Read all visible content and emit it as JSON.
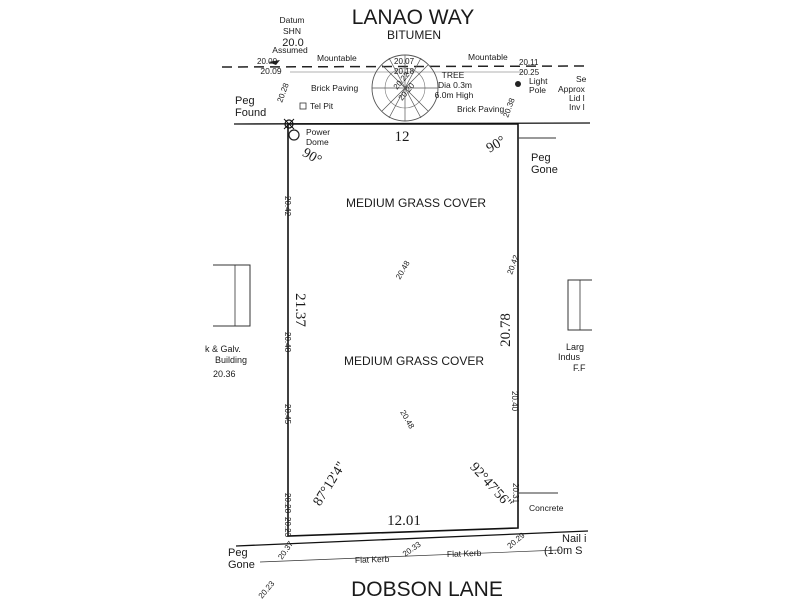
{
  "streets": {
    "north": "LANAO WAY",
    "north_surface": "BITUMEN",
    "south": "DOBSON LANE"
  },
  "datum": {
    "line1": "Datum",
    "line2": "SHN",
    "line3": "20.0",
    "line4": "Assumed",
    "line5": "20.09"
  },
  "road_notes": {
    "mountable_left": "Mountable",
    "mountable_right": "Mountable",
    "brick_left": "Brick Paving",
    "brick_right": "Brick Paving",
    "tel_pit": "Tel Pit",
    "light_pole_1": "Light",
    "light_pole_2": "Pole",
    "power_dome_1": "Power",
    "power_dome_2": "Dome"
  },
  "tree": {
    "line1": "TREE",
    "line2": "Dia 0.3m",
    "line3": "6.0m High"
  },
  "pegs": {
    "nw_1": "Peg",
    "nw_2": "Found",
    "ne_1": "Peg",
    "ne_2": "Gone",
    "sw_1": "Peg",
    "sw_2": "Gone"
  },
  "dimensions": {
    "north": "12",
    "south": "12.01",
    "west": "21.37",
    "east": "20.78"
  },
  "angles": {
    "nw": "90°",
    "ne": "90°",
    "sw": "87°12'4\"",
    "se": "92°47'56\""
  },
  "labels": {
    "grass_1": "MEDIUM GRASS COVER",
    "grass_2": "MEDIUM GRASS COVER",
    "concrete": "Concrete",
    "flat_kerb_1": "Flat Kerb",
    "flat_kerb_2": "Flat Kerb"
  },
  "neighbours": {
    "west_1": "k & Galv.",
    "west_2": "Building",
    "west_3": "20.36",
    "east_1": "Larg",
    "east_2": "Indus",
    "east_3": "F.F",
    "ne_1": "Se",
    "ne_2": "Approx",
    "ne_3": "Lid l",
    "ne_4": "Inv l"
  },
  "nail": {
    "line1": "Nail i",
    "line2": "(1.0m S"
  },
  "levels": {
    "a": "20.07",
    "b": "20.18",
    "c": "20.22",
    "d": "20.20",
    "e": "20.11",
    "f": "20.25",
    "g": "20.42",
    "h": "20.48",
    "i": "20.42",
    "j": "20.48",
    "k": "20.45",
    "l": "20.48",
    "m": "20.40",
    "n": "20.28",
    "o": "20.23",
    "p": "20.37",
    "q": "20.33",
    "r": "20.29",
    "s": "20.23",
    "t": "20.31",
    "u": "20.28",
    "v": "20.38",
    "w": "20.00"
  }
}
